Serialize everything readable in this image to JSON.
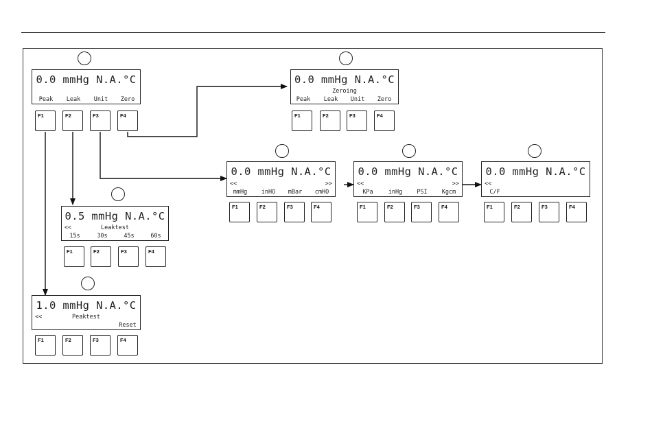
{
  "screens": {
    "main": {
      "reading": "0.0 mmHg  N.A.°C",
      "softkeys": [
        "Peak",
        "Leak",
        "Unit",
        "Zero"
      ],
      "keys": [
        "F1",
        "F2",
        "F3",
        "F4"
      ]
    },
    "zeroing": {
      "reading": "0.0 mmHg  N.A.°C",
      "status": "Zeroing",
      "softkeys": [
        "Peak",
        "Leak",
        "Unit",
        "Zero"
      ],
      "keys": [
        "F1",
        "F2",
        "F3",
        "F4"
      ]
    },
    "leaktest": {
      "reading": "0.5 mmHg  N.A.°C",
      "prev": "<<",
      "status": "Leaktest",
      "softkeys": [
        "15s",
        "30s",
        "45s",
        "60s"
      ],
      "keys": [
        "F1",
        "F2",
        "F3",
        "F4"
      ]
    },
    "peaktest": {
      "reading": "1.0 mmHg  N.A.°C",
      "prev": "<<",
      "status": "Peaktest",
      "softkeys": [
        "",
        "",
        "",
        "Reset"
      ],
      "keys": [
        "F1",
        "F2",
        "F3",
        "F4"
      ]
    },
    "units1": {
      "reading": "0.0 mmHg  N.A.°C",
      "prev": "<<",
      "next": ">>",
      "softkeys": [
        "mmHg",
        "inHO",
        "mBar",
        "cmHO"
      ],
      "keys": [
        "F1",
        "F2",
        "F3",
        "F4"
      ]
    },
    "units2": {
      "reading": "0.0 mmHg  N.A.°C",
      "prev": "<<",
      "next": ">>",
      "softkeys": [
        "KPa",
        "inHg",
        "PSI",
        "Kgcm"
      ],
      "keys": [
        "F1",
        "F2",
        "F3",
        "F4"
      ]
    },
    "units3": {
      "reading": "0.0 mmHg  N.A.°C",
      "prev": "<<",
      "softkeys": [
        "C/F",
        "",
        "",
        ""
      ],
      "keys": [
        "F1",
        "F2",
        "F3",
        "F4"
      ]
    }
  }
}
